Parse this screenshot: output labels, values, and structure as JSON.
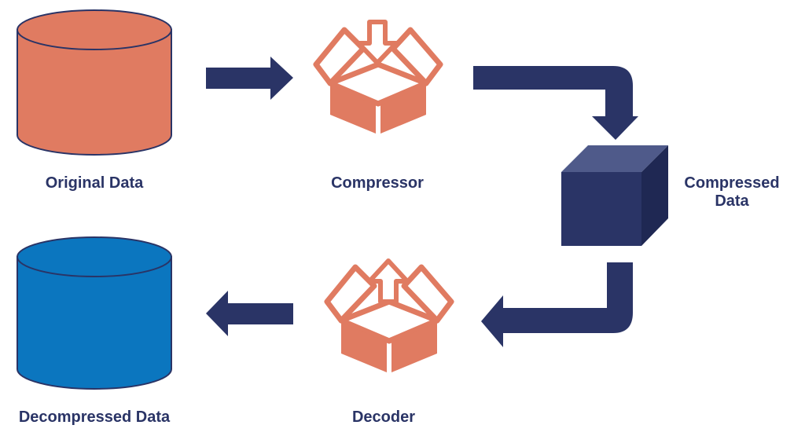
{
  "labels": {
    "original": "Original Data",
    "compressor": "Compressor",
    "compressed_line1": "Compressed",
    "compressed_line2": "Data",
    "decoder": "Decoder",
    "decompressed": "Decompressed Data"
  },
  "colors": {
    "navy": "#2a3466",
    "orange": "#e07b61",
    "blue": "#0b76bf",
    "cube_top": "#4f5a8a",
    "cube_side": "#1f2853",
    "white": "#ffffff"
  },
  "icons": {
    "original": "cylinder-database-icon",
    "compressor": "box-down-arrow-icon",
    "compressed": "cube-icon",
    "decoder": "box-up-arrow-icon",
    "decompressed": "cylinder-database-icon"
  }
}
